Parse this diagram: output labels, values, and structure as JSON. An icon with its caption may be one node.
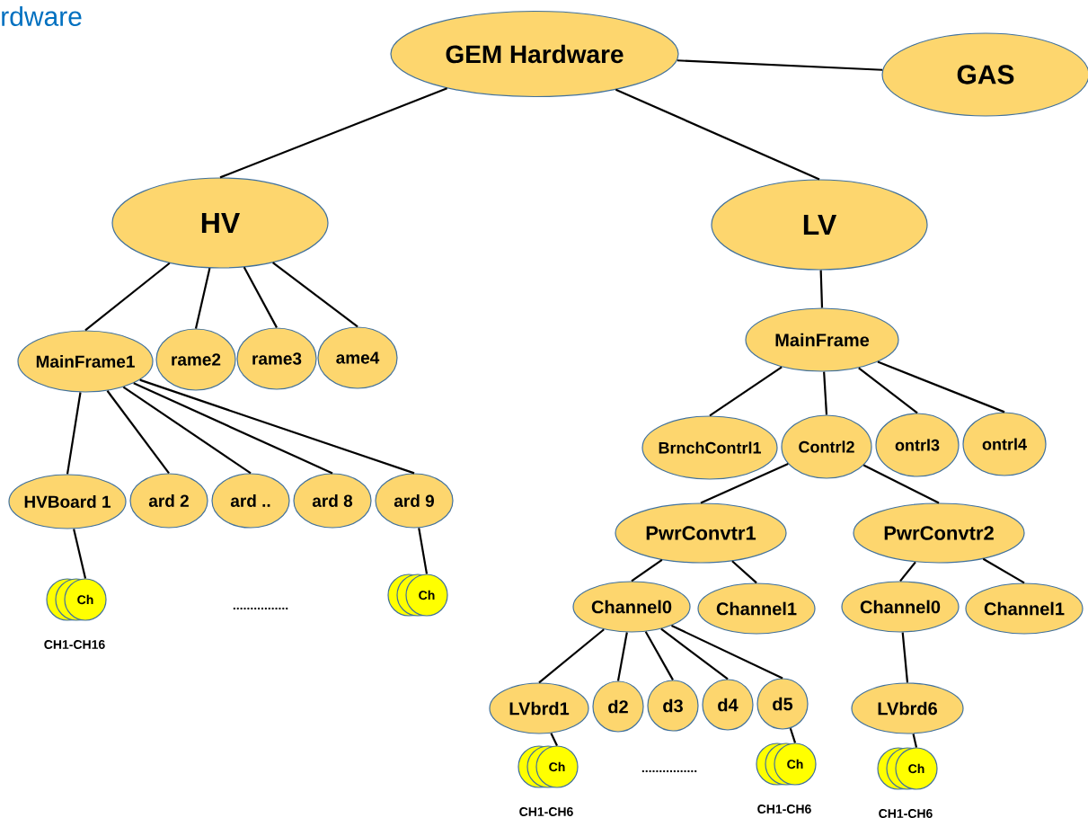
{
  "diagram": {
    "title": "rdware",
    "nodes": [
      {
        "text": [
          "GEM Hardware"
        ]
      },
      {
        "text": [
          "GAS"
        ]
      },
      {
        "text": [
          "HV"
        ]
      },
      {
        "text": [
          "LV"
        ]
      },
      {
        "text": [
          "MainFrame1"
        ]
      },
      {
        "text": [
          "rame2"
        ]
      },
      {
        "text": [
          "rame3"
        ]
      },
      {
        "text": [
          "ame4"
        ]
      },
      {
        "text": [
          "MainFrame"
        ]
      },
      {
        "text": [
          "BrnchContrl1"
        ]
      },
      {
        "text": [
          "Contrl2"
        ]
      },
      {
        "text": [
          "ontrl3"
        ]
      },
      {
        "text": [
          "ontrl4"
        ]
      },
      {
        "text": [
          "HVBoard 1"
        ]
      },
      {
        "text": [
          "ard 2"
        ]
      },
      {
        "text": [
          "ard .."
        ]
      },
      {
        "text": [
          "ard 8"
        ]
      },
      {
        "text": [
          "ard 9"
        ]
      },
      {
        "text": [
          "PwrConvtr1"
        ]
      },
      {
        "text": [
          "PwrConvtr2"
        ]
      },
      {
        "text": [
          "Ch"
        ],
        "beside": [
          "CH1-CH16"
        ]
      },
      {
        "text": [
          "Ch"
        ]
      },
      {
        "text": [
          "Channel0"
        ]
      },
      {
        "text": [
          "Channel1"
        ]
      },
      {
        "text": [
          "Channel0"
        ]
      },
      {
        "text": [
          "Channel1"
        ]
      },
      {
        "text": [
          "LVbrd1"
        ]
      },
      {
        "text": [
          "d2"
        ]
      },
      {
        "text": [
          "d3"
        ]
      },
      {
        "text": [
          "d4"
        ]
      },
      {
        "text": [
          "d5"
        ]
      },
      {
        "text": [
          "LVbrd6"
        ]
      },
      {
        "text": [
          "Ch"
        ],
        "beside": [
          "CH1-CH6"
        ]
      },
      {
        "text": [
          "Ch"
        ],
        "beside": [
          "CH1-CH6"
        ]
      },
      {
        "text": [
          "Ch"
        ],
        "beside": [
          "CH1-CH6"
        ]
      }
    ],
    "edges": [
      {
        "from": 0,
        "to": 1,
        "arrow": "none"
      },
      {
        "from": 0,
        "to": 2,
        "arrow": "none"
      },
      {
        "from": 0,
        "to": 3,
        "arrow": "none"
      },
      {
        "from": 2,
        "to": 4,
        "arrow": "none"
      },
      {
        "from": 2,
        "to": 5,
        "arrow": "none"
      },
      {
        "from": 2,
        "to": 6,
        "arrow": "none"
      },
      {
        "from": 2,
        "to": 7,
        "arrow": "none"
      },
      {
        "from": 3,
        "to": 8,
        "arrow": "none"
      },
      {
        "from": 8,
        "to": 9,
        "arrow": "none"
      },
      {
        "from": 8,
        "to": 10,
        "arrow": "none"
      },
      {
        "from": 8,
        "to": 11,
        "arrow": "none"
      },
      {
        "from": 8,
        "to": 12,
        "arrow": "none"
      },
      {
        "from": 4,
        "to": 13,
        "arrow": "none"
      },
      {
        "from": 4,
        "to": 14,
        "arrow": "none"
      },
      {
        "from": 4,
        "to": 15,
        "arrow": "none"
      },
      {
        "from": 4,
        "to": 16,
        "arrow": "none"
      },
      {
        "from": 4,
        "to": 17,
        "arrow": "none"
      },
      {
        "from": 10,
        "to": 18,
        "arrow": "none"
      },
      {
        "from": 10,
        "to": 19,
        "arrow": "none"
      },
      {
        "from": 13,
        "to": 20,
        "arrow": "none"
      },
      {
        "from": 17,
        "to": 21,
        "arrow": "none"
      },
      {
        "from": 18,
        "to": 22,
        "arrow": "none"
      },
      {
        "from": 18,
        "to": 23,
        "arrow": "none"
      },
      {
        "from": 19,
        "to": 24,
        "arrow": "none"
      },
      {
        "from": 19,
        "to": 25,
        "arrow": "none"
      },
      {
        "from": 22,
        "to": 26,
        "arrow": "none"
      },
      {
        "from": 22,
        "to": 27,
        "arrow": "none"
      },
      {
        "from": 22,
        "to": 28,
        "arrow": "none"
      },
      {
        "from": 22,
        "to": 29,
        "arrow": "none"
      },
      {
        "from": 22,
        "to": 30,
        "arrow": "none"
      },
      {
        "from": 24,
        "to": 31,
        "arrow": "none"
      },
      {
        "from": 26,
        "to": 32,
        "arrow": "none"
      },
      {
        "from": 30,
        "to": 33,
        "arrow": "none"
      },
      {
        "from": 31,
        "to": 34,
        "arrow": "none"
      }
    ],
    "labels": [
      "................",
      "................"
    ]
  }
}
